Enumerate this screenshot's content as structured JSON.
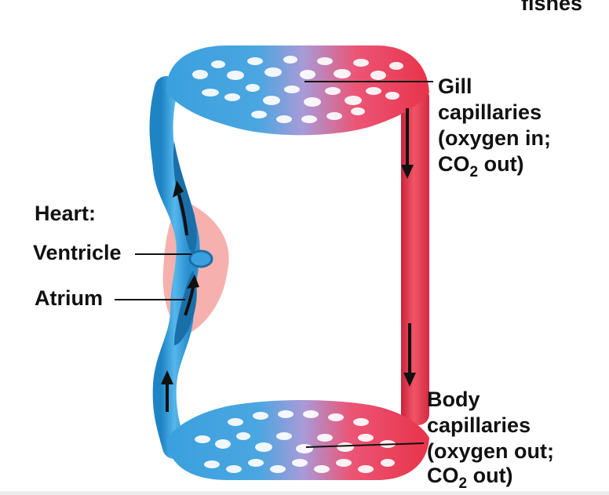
{
  "corner_text": "fishes",
  "labels": {
    "heart": "Heart:",
    "ventricle": "Ventricle",
    "atrium": "Atrium",
    "gill": {
      "line1": "Gill",
      "line2": "capillaries",
      "line3": "(oxygen in;",
      "line4_pre": "CO",
      "line4_sub": "2",
      "line4_post": " out)"
    },
    "body": {
      "line1": "Body",
      "line2": "capillaries",
      "line3": "(oxygen out;",
      "line4_pre": "CO",
      "line4_sub": "2",
      "line4_post": " out)"
    }
  },
  "colors": {
    "oxygen_poor": "#3aa0df",
    "oxygen_rich": "#e8334a",
    "heart_tissue": "#f4a3a0"
  }
}
